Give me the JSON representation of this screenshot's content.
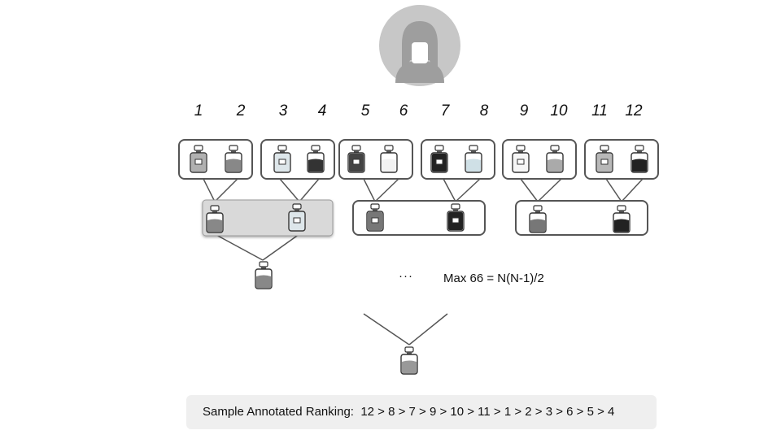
{
  "avatar": {
    "icon": "person-avatar-icon",
    "background": "#c7c7c7",
    "figure": "#9e9e9e"
  },
  "items": [
    "1",
    "2",
    "3",
    "4",
    "5",
    "6",
    "7",
    "8",
    "9",
    "10",
    "11",
    "12"
  ],
  "ellipsis": "···",
  "formula": "Max 66 = N(N-1)/2",
  "ranking": {
    "label": "Sample Annotated Ranking",
    "separator": ":",
    "sequence": "12 > 8 > 7 > 9 > 10 > 11 > 1 > 2 > 3 > 6 > 5 > 4"
  },
  "icons": {
    "bottle": "perfume-bottle-icon"
  },
  "colors": {
    "box_border": "#555555",
    "connector": "#555555",
    "highlight_box": "#d9d9d9",
    "ranking_bg": "#efefef"
  }
}
